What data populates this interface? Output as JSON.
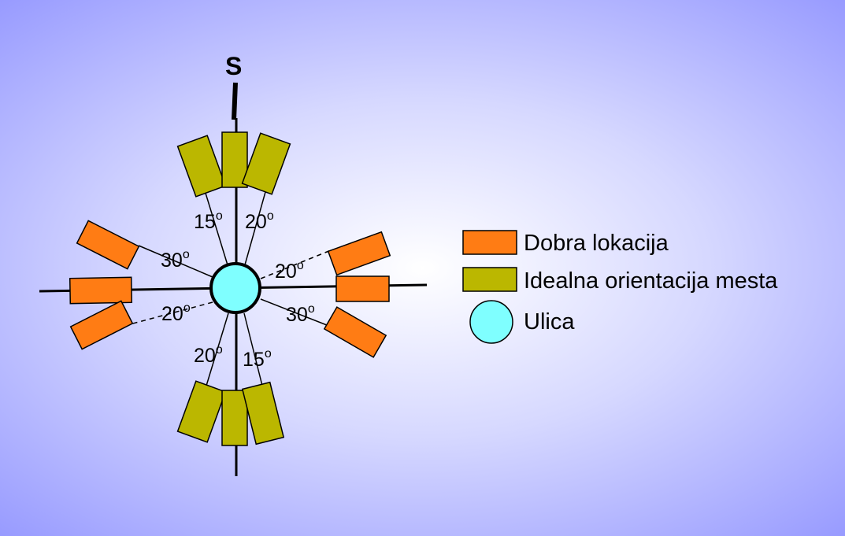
{
  "north_label": "S",
  "angles": {
    "top_left": "15",
    "top_right": "20",
    "left_upper": "30",
    "left_lower": "20",
    "right_upper": "20",
    "right_lower": "30",
    "bottom_left": "20",
    "bottom_right": "15",
    "degree_mark": "o"
  },
  "legend": {
    "good_location": "Dobra lokacija",
    "ideal_orientation": "Idealna orientacija mesta",
    "street": "Ulica"
  },
  "colors": {
    "good_location": "#ff7c14",
    "ideal_orientation": "#bbb700",
    "street": "#7fffff",
    "stroke": "#000000"
  }
}
